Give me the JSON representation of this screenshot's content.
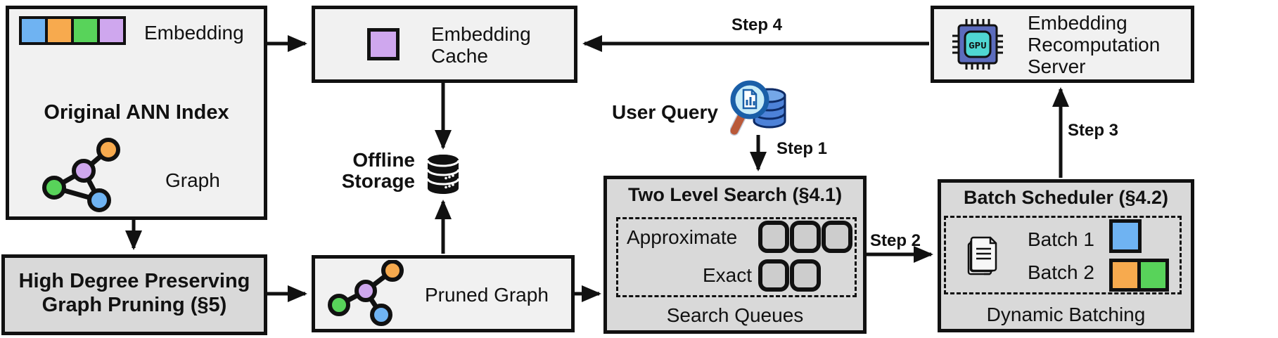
{
  "figure": {
    "original_index": {
      "embedding_label": "Embedding",
      "title": "Original ANN Index",
      "graph_label": "Graph"
    },
    "pruning": {
      "line1": "High Degree Preserving",
      "line2": "Graph Pruning (§5)"
    },
    "cache": {
      "line1": "Embedding",
      "line2": "Cache"
    },
    "storage": {
      "line1": "Offline",
      "line2": "Storage"
    },
    "pruned": {
      "label": "Pruned Graph"
    },
    "query": {
      "label": "User Query"
    },
    "two_level": {
      "title": "Two Level Search (§4.1)",
      "approximate_label": "Approximate",
      "exact_label": "Exact",
      "caption": "Search Queues"
    },
    "scheduler": {
      "title": "Batch Scheduler (§4.2)",
      "batch1_label": "Batch 1",
      "batch2_label": "Batch 2",
      "caption": "Dynamic Batching"
    },
    "server": {
      "line1": "Embedding",
      "line2": "Recomputation",
      "line3": "Server",
      "gpu_label": "GPU"
    },
    "steps": {
      "s1": "Step 1",
      "s2": "Step 2",
      "s3": "Step 3",
      "s4": "Step 4"
    }
  },
  "icons": {
    "embedding_strip": "four-color-embedding-cells",
    "graph": "node-link-graph-icon",
    "cache_cell": "purple-embedding-cell",
    "storage": "database-cylinder-icon",
    "query": "magnifier-over-database-icon",
    "queue_slot": "rounded-queue-slot",
    "documents": "document-stack-icon",
    "gpu": "gpu-chip-icon"
  },
  "colors": {
    "blue": "#6fb3f2",
    "orange": "#f7aa4e",
    "green": "#58d35a",
    "purple": "#cfa7ee",
    "box_light": "#f1f1f1",
    "box_dark": "#d9d9d9",
    "queue_fill": "#cdcdcd",
    "line": "#111111",
    "gpu_body": "#5c6cbd",
    "gpu_core": "#4fd6d2",
    "query_rim": "#1a5fa8",
    "query_lens": "#c8ecf8",
    "query_handle": "#f4692b",
    "query_db": "#4d82d8"
  }
}
